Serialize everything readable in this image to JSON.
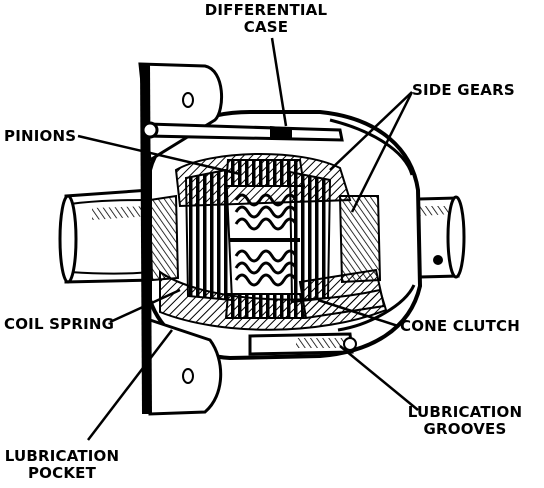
{
  "labels": {
    "differential_case": [
      "DIFFERENTIAL",
      "CASE"
    ],
    "side_gears": "SIDE GEARS",
    "pinions": "PINIONS",
    "coil_spring": "COIL SPRING",
    "cone_clutch": "CONE CLUTCH",
    "lubrication_grooves": [
      "LUBRICATION",
      "GROOVES"
    ],
    "lubrication_pocket": [
      "LUBRICATION",
      "POCKET"
    ]
  },
  "colors": {
    "ink": "#000000",
    "paper": "#ffffff"
  }
}
